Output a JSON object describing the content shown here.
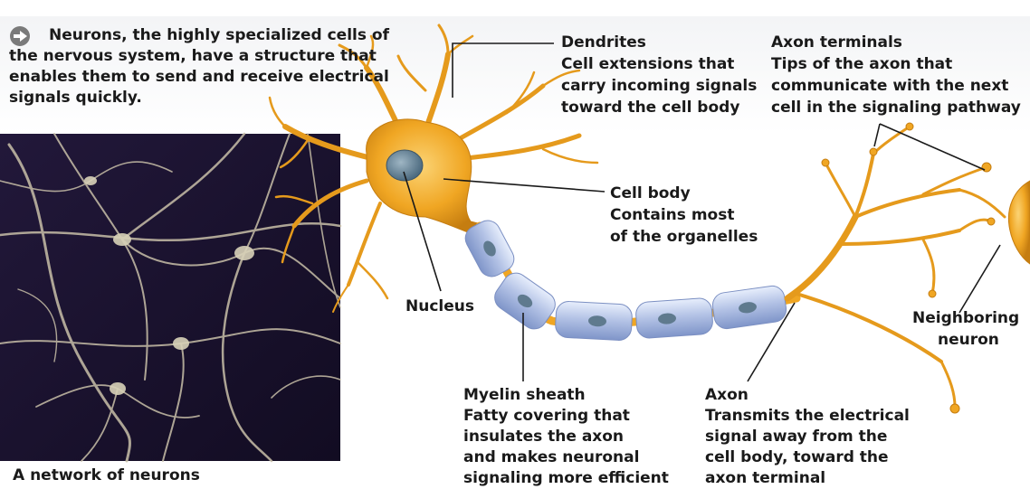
{
  "intro": {
    "text": "Neurons, the highly specialized cells of the nervous system, have a structure that enables them to send and receive electrical signals quickly.",
    "icon": "arrow-right-icon"
  },
  "network_caption": "A network of neurons",
  "labels": {
    "dendrites": {
      "title": "Dendrites",
      "lines": [
        "Cell extensions that",
        "carry incoming signals",
        "toward the cell body"
      ]
    },
    "axon_terminals": {
      "title": "Axon terminals",
      "lines": [
        "Tips of the axon that",
        "communicate with the next",
        "cell in the signaling pathway"
      ]
    },
    "cell_body": {
      "title": "Cell body",
      "lines": [
        "Contains most",
        "of the organelles"
      ]
    },
    "nucleus": {
      "title": "Nucleus"
    },
    "neighboring_neuron": {
      "lines": [
        "Neighboring",
        "neuron"
      ]
    },
    "myelin_sheath": {
      "title": "Myelin sheath",
      "lines": [
        "Fatty covering that",
        "insulates the axon",
        "and makes neuronal",
        "signaling more efficient"
      ]
    },
    "axon": {
      "title": "Axon",
      "lines": [
        "Transmits the electrical",
        "signal away from the",
        "cell body, toward the",
        "axon terminal"
      ]
    }
  },
  "colors": {
    "neuron": "#f0a623",
    "neuron_dark": "#c57d10",
    "myelin": "#b4c3e6",
    "network_bg": "#1c1430",
    "text": "#1a1a1a"
  }
}
